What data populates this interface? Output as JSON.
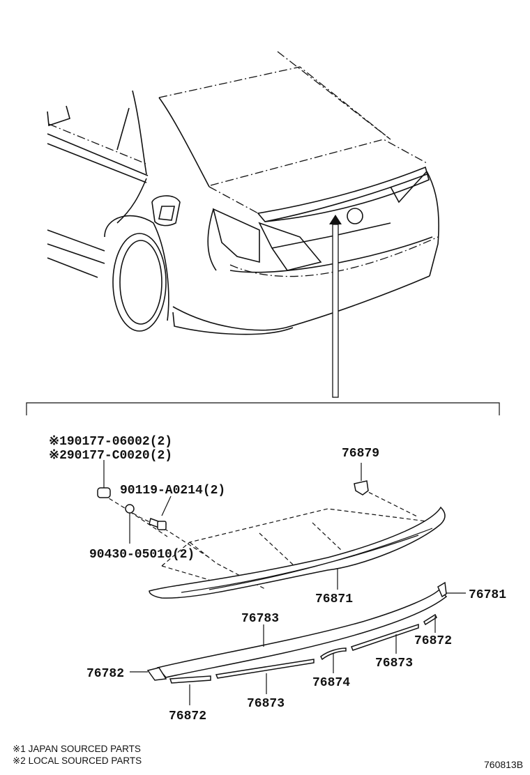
{
  "parts": {
    "bolt_japan": "※190177-06002(2)",
    "bolt_local": "※290177-C0020(2)",
    "screw": "90119-A0214(2)",
    "washer": "90430-05010(2)",
    "clip": "76879",
    "spoiler": "76871",
    "stop_lamp_cover_end": "76781",
    "spoiler_center": "76783",
    "spoiler_left_end": "76782",
    "tape_right_end": "76872",
    "tape_right_mid": "76873",
    "tape_center": "76874",
    "tape_left_mid": "76873",
    "tape_left_end": "76872"
  },
  "notes": {
    "japan": "※1 JAPAN SOURCED PARTS",
    "local": "※2 LOCAL SOURCED PARTS"
  },
  "diagram_code": "760813B"
}
